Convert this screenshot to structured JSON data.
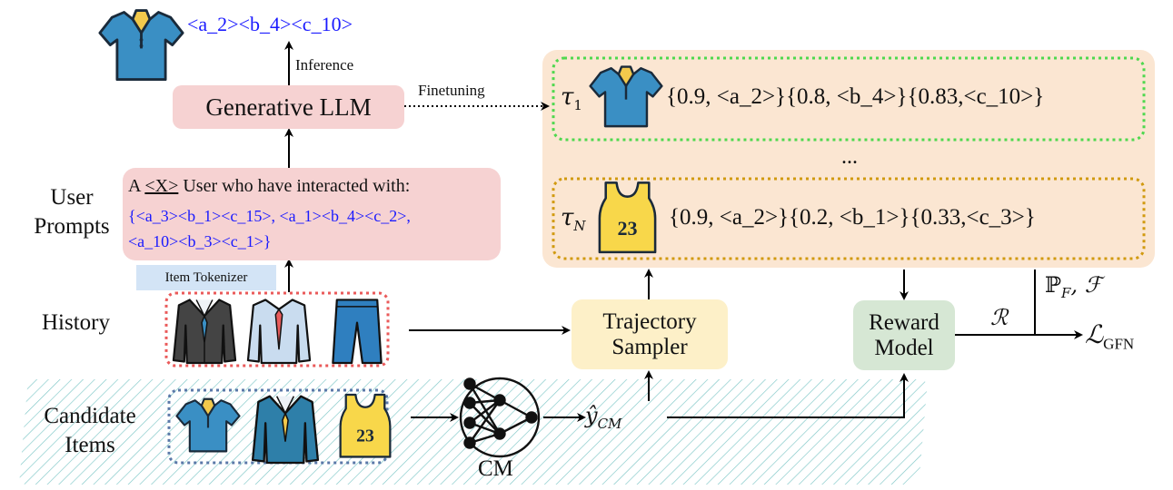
{
  "output_tokens": "<a_2><b_4><c_10>",
  "inference_label": "Inference",
  "finetuning_label": "Finetuning",
  "llm_label": "Generative LLM",
  "user_prompts_label_1": "User",
  "user_prompts_label_2": "Prompts",
  "prompt": {
    "prefix": "A",
    "x_token": "<X>",
    "suffix": " User who have interacted with:",
    "items_line1": "{<a_3><b_1><c_15>, <a_1><b_4><c_2>,",
    "items_line2": "<a_10><b_3><c_1>}"
  },
  "item_tokenizer_label": "Item Tokenizer",
  "history_label": "History",
  "candidate_label_1": "Candidate",
  "candidate_label_2": "Items",
  "cm_label": "CM",
  "y_cm_label": "ŷ",
  "y_cm_sub": "CM",
  "trajectory": {
    "tau1_label": "τ",
    "tau1_sub": "1",
    "tau1_text": "{0.9, <a_2>}{0.8, <b_4>}{0.83,<c_10>}",
    "ellipsis": "...",
    "tauN_label": "τ",
    "tauN_sub": "N",
    "tauN_text": "{0.9, <a_2>}{0.2, <b_1>}{0.33,<c_3>}"
  },
  "sampler_label_1": "Trajectory",
  "sampler_label_2": "Sampler",
  "reward_label_1": "Reward",
  "reward_label_2": "Model",
  "r_label": "ℛ",
  "pf_label": "ℙ",
  "pf_sub": "F",
  "f_label": ", ℱ",
  "loss_label": "ℒ",
  "loss_sub": "GFN",
  "jersey_number": "23",
  "colors": {
    "llm_box": "#f6d2d2",
    "prompt_box": "#f6d2d2",
    "tokenizer_box": "#d3e4f6",
    "sampler_box": "#fdf0c8",
    "reward_box": "#d6e7d4",
    "traj_panel": "#fbe6d2",
    "green_dotted": "#4fd84f",
    "gold_dotted": "#d19a10",
    "red_dotted": "#ea5a5a",
    "blue_dotted": "#5a78a8",
    "hatch": "#7fc7c7",
    "token_blue": "#1a1aff"
  }
}
